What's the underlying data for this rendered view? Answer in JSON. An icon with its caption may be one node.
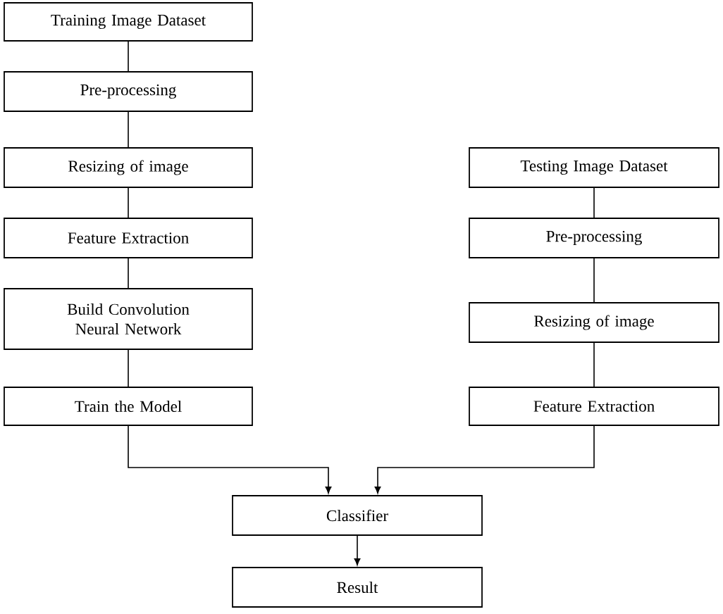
{
  "diagram": {
    "nodes": [
      {
        "text": [
          "Training Image Dataset"
        ]
      },
      {
        "text": [
          "Pre-processing"
        ]
      },
      {
        "text": [
          "Resizing of image"
        ]
      },
      {
        "text": [
          "Feature Extraction"
        ]
      },
      {
        "text": [
          "Build Convolution Neural Network"
        ]
      },
      {
        "text": [
          "Train the Model"
        ]
      },
      {
        "text": [
          "Testing Image Dataset"
        ]
      },
      {
        "text": [
          "Pre-processing"
        ]
      },
      {
        "text": [
          "Resizing of image"
        ]
      },
      {
        "text": [
          "Feature Extraction"
        ]
      },
      {
        "text": [
          "Classifier"
        ]
      },
      {
        "text": [
          "Result"
        ]
      }
    ],
    "edges": [
      {
        "from": 0,
        "to": 1,
        "arrow": "none"
      },
      {
        "from": 1,
        "to": 2,
        "arrow": "none"
      },
      {
        "from": 2,
        "to": 3,
        "arrow": "none"
      },
      {
        "from": 3,
        "to": 4,
        "arrow": "none"
      },
      {
        "from": 4,
        "to": 5,
        "arrow": "none"
      },
      {
        "from": 5,
        "to": 10,
        "arrow": "to"
      },
      {
        "from": 6,
        "to": 7,
        "arrow": "none"
      },
      {
        "from": 7,
        "to": 8,
        "arrow": "none"
      },
      {
        "from": 8,
        "to": 9,
        "arrow": "none"
      },
      {
        "from": 9,
        "to": 10,
        "arrow": "to"
      },
      {
        "from": 10,
        "to": 11,
        "arrow": "to"
      }
    ]
  }
}
